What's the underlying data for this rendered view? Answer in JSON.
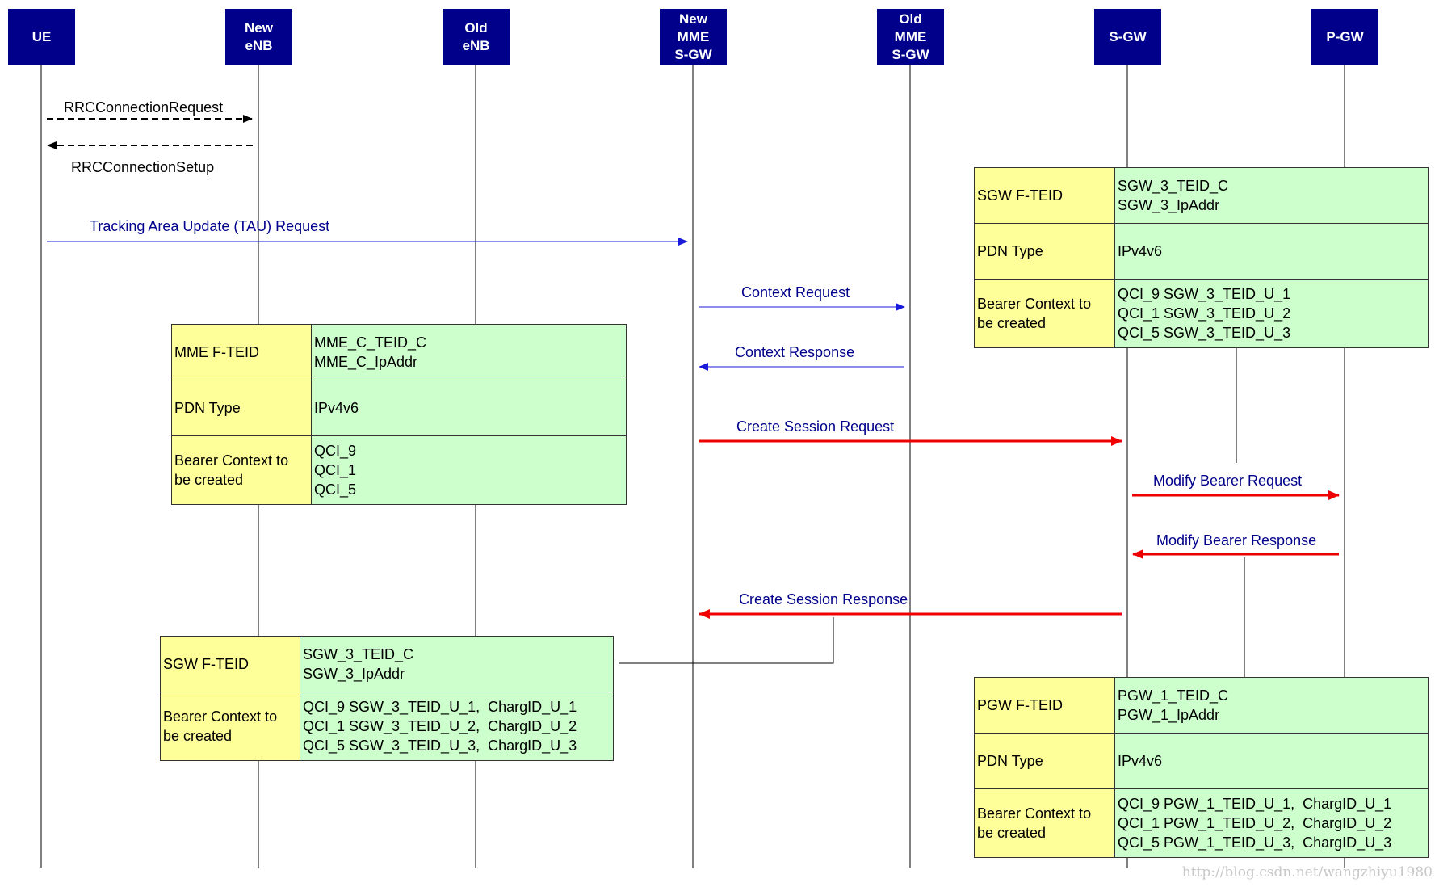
{
  "entities": [
    {
      "id": "ue",
      "label": "UE"
    },
    {
      "id": "new-enb",
      "label": "New\neNB"
    },
    {
      "id": "old-enb",
      "label": "Old\neNB"
    },
    {
      "id": "new-mme",
      "label": "New\nMME\nS-GW"
    },
    {
      "id": "old-mme",
      "label": "Old\nMME\nS-GW"
    },
    {
      "id": "sgw",
      "label": "S-GW"
    },
    {
      "id": "pgw",
      "label": "P-GW"
    }
  ],
  "messages": {
    "rrc_request": "RRCConnectionRequest",
    "rrc_setup": "RRCConnectionSetup",
    "tau_request": "Tracking Area Update (TAU) Request",
    "context_request": "Context Request",
    "context_response": "Context Response",
    "create_session_request": "Create Session Request",
    "modify_bearer_request": "Modify Bearer Request",
    "modify_bearer_response": "Modify Bearer Response",
    "create_session_response": "Create Session Response"
  },
  "tables": {
    "mme": {
      "rows": [
        {
          "key": "MME F-TEID",
          "value": "MME_C_TEID_C\nMME_C_IpAddr"
        },
        {
          "key": "PDN Type",
          "value": "IPv4v6"
        },
        {
          "key": "Bearer Context to\nbe created",
          "value": "QCI_9\nQCI_1\nQCI_5"
        }
      ]
    },
    "sgw_top": {
      "rows": [
        {
          "key": "SGW F-TEID",
          "value": "SGW_3_TEID_C\nSGW_3_IpAddr"
        },
        {
          "key": "PDN Type",
          "value": "IPv4v6"
        },
        {
          "key": "Bearer Context to\nbe created",
          "value": "QCI_9 SGW_3_TEID_U_1\nQCI_1 SGW_3_TEID_U_2\nQCI_5 SGW_3_TEID_U_3"
        }
      ]
    },
    "sgw_bottom": {
      "rows": [
        {
          "key": "SGW F-TEID",
          "value": "SGW_3_TEID_C\nSGW_3_IpAddr"
        },
        {
          "key": "Bearer Context to\nbe created",
          "value": "QCI_9 SGW_3_TEID_U_1,  ChargID_U_1\nQCI_1 SGW_3_TEID_U_2,  ChargID_U_2\nQCI_5 SGW_3_TEID_U_3,  ChargID_U_3"
        }
      ]
    },
    "pgw": {
      "rows": [
        {
          "key": "PGW F-TEID",
          "value": "PGW_1_TEID_C\nPGW_1_IpAddr"
        },
        {
          "key": "PDN Type",
          "value": "IPv4v6"
        },
        {
          "key": "Bearer Context to\nbe created",
          "value": "QCI_9 PGW_1_TEID_U_1,  ChargID_U_1\nQCI_1 PGW_1_TEID_U_2,  ChargID_U_2\nQCI_5 PGW_1_TEID_U_3,  ChargID_U_3"
        }
      ]
    }
  },
  "colors": {
    "entity_box": "#00008b",
    "message_blue": "#00008b",
    "arrow_red": "#ee0000",
    "key_cell": "#ffff99",
    "value_cell": "#ccffcc"
  },
  "watermark": "http://blog.csdn.net/wangzhiyu1980"
}
